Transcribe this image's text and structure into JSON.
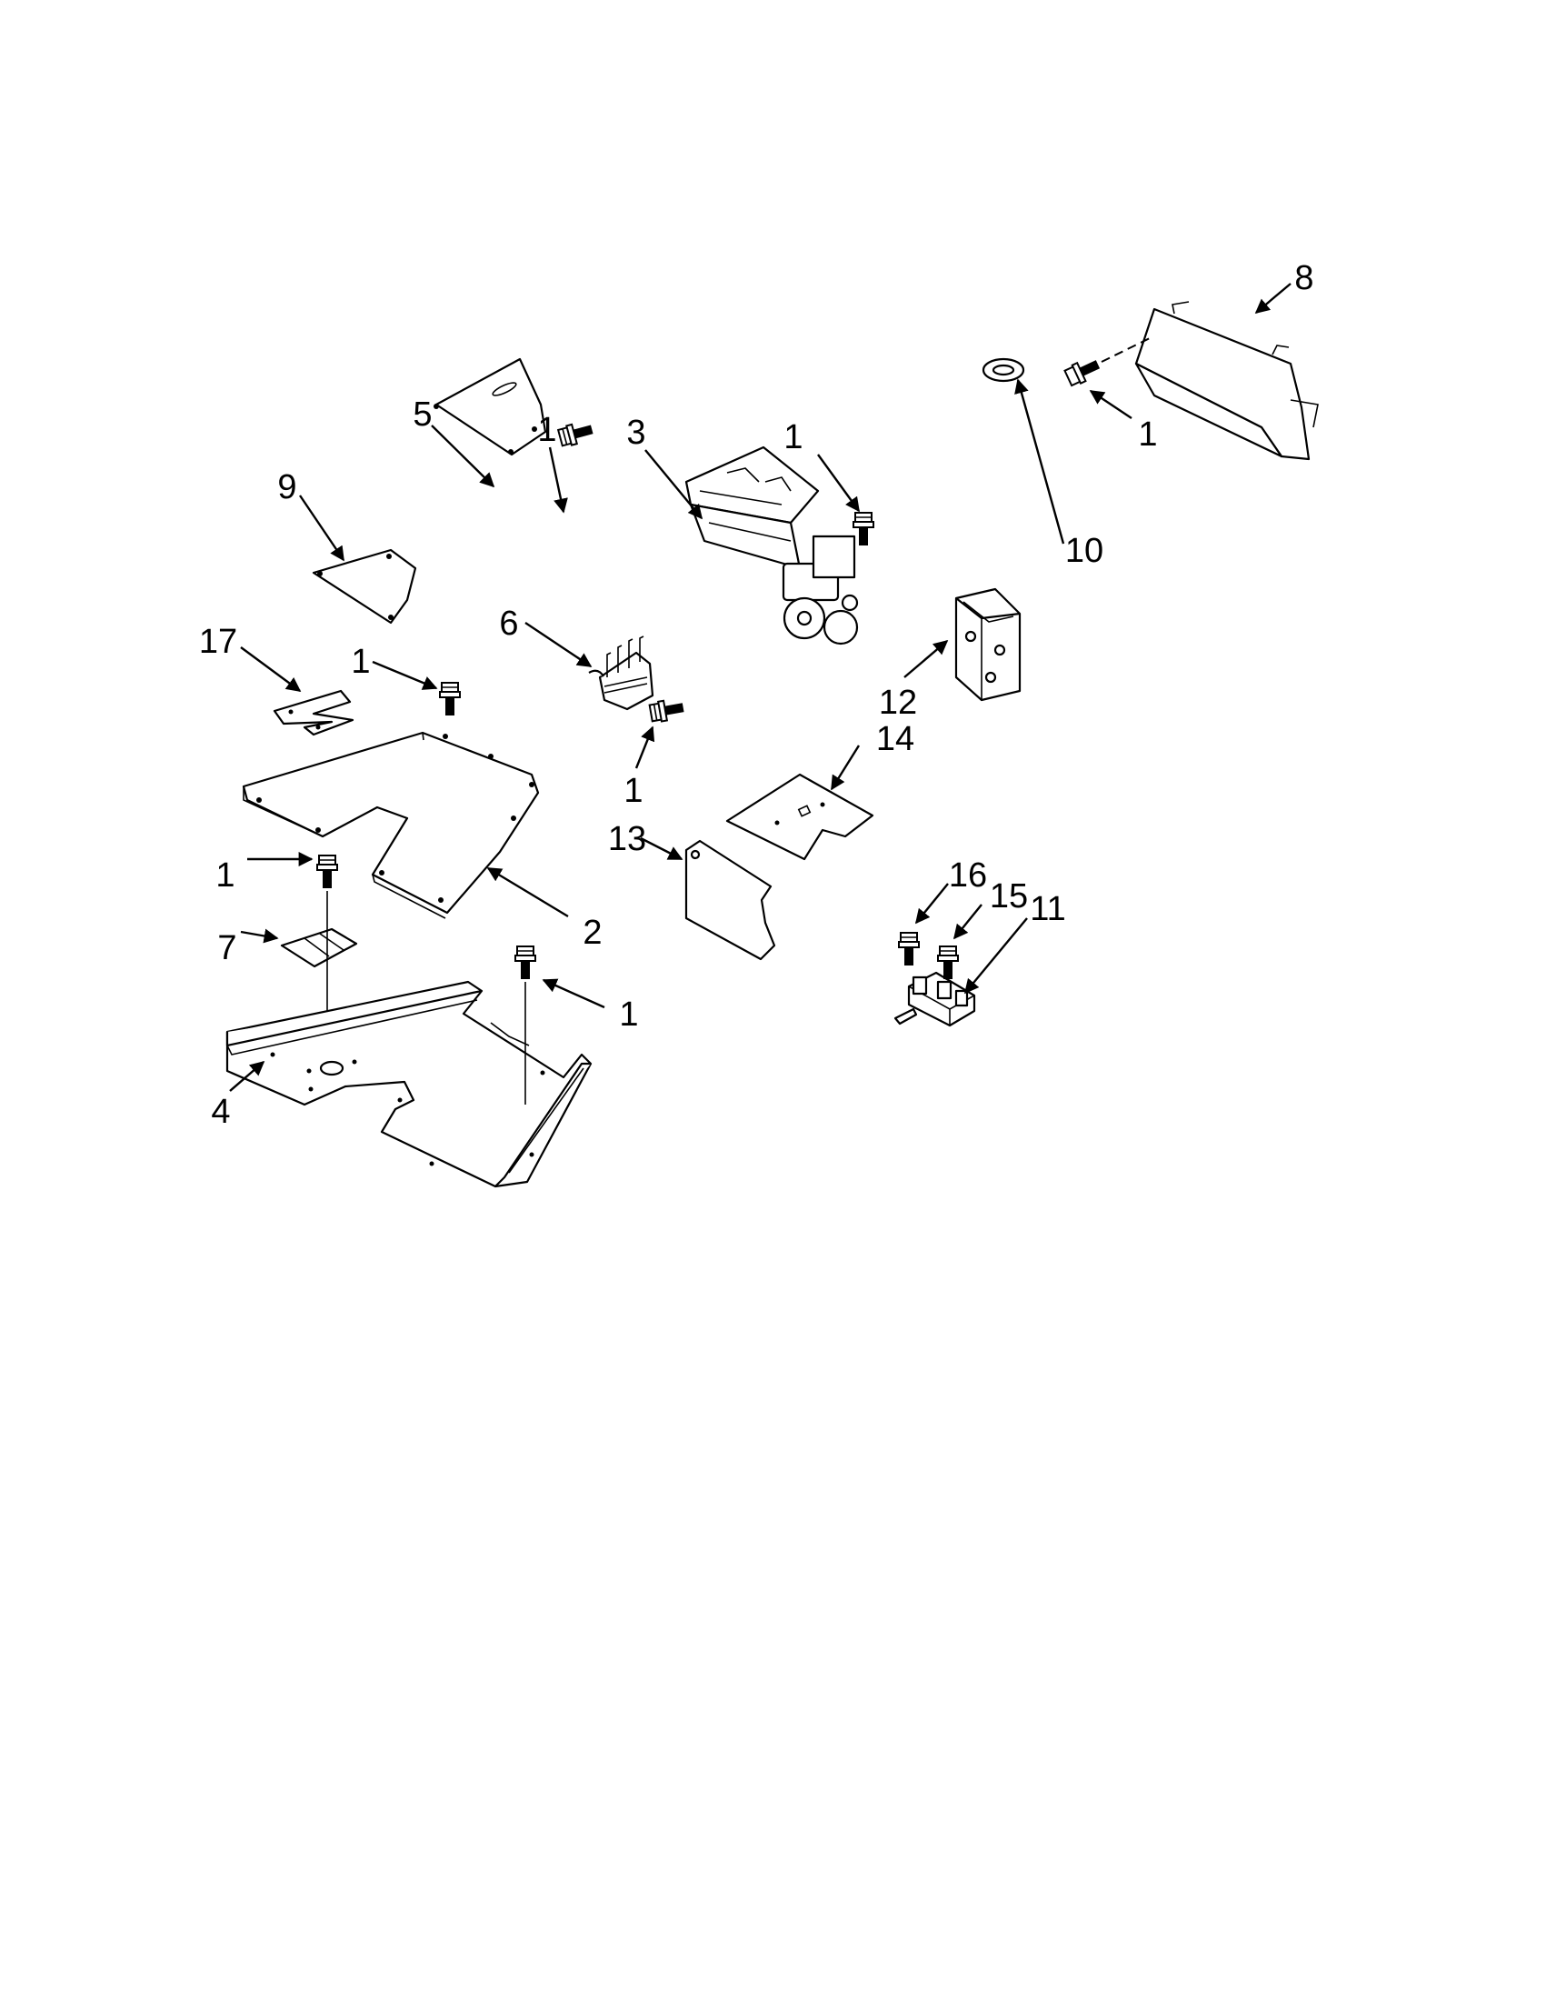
{
  "callouts": {
    "c_8": "8",
    "c_1_top_right": "1",
    "c_10": "10",
    "c_5": "5",
    "c_1_near_5": "1",
    "c_3": "3",
    "c_1_near_3": "1",
    "c_9": "9",
    "c_6": "6",
    "c_1_below_6": "1",
    "c_12": "12",
    "c_14": "14",
    "c_17": "17",
    "c_1_above_2": "1",
    "c_13": "13",
    "c_2": "2",
    "c_1_left": "1",
    "c_7": "7",
    "c_16": "16",
    "c_15": "15",
    "c_11": "11",
    "c_1_right_4": "1",
    "c_4": "4"
  },
  "colors": {
    "line": "#000000",
    "background": "#ffffff"
  }
}
